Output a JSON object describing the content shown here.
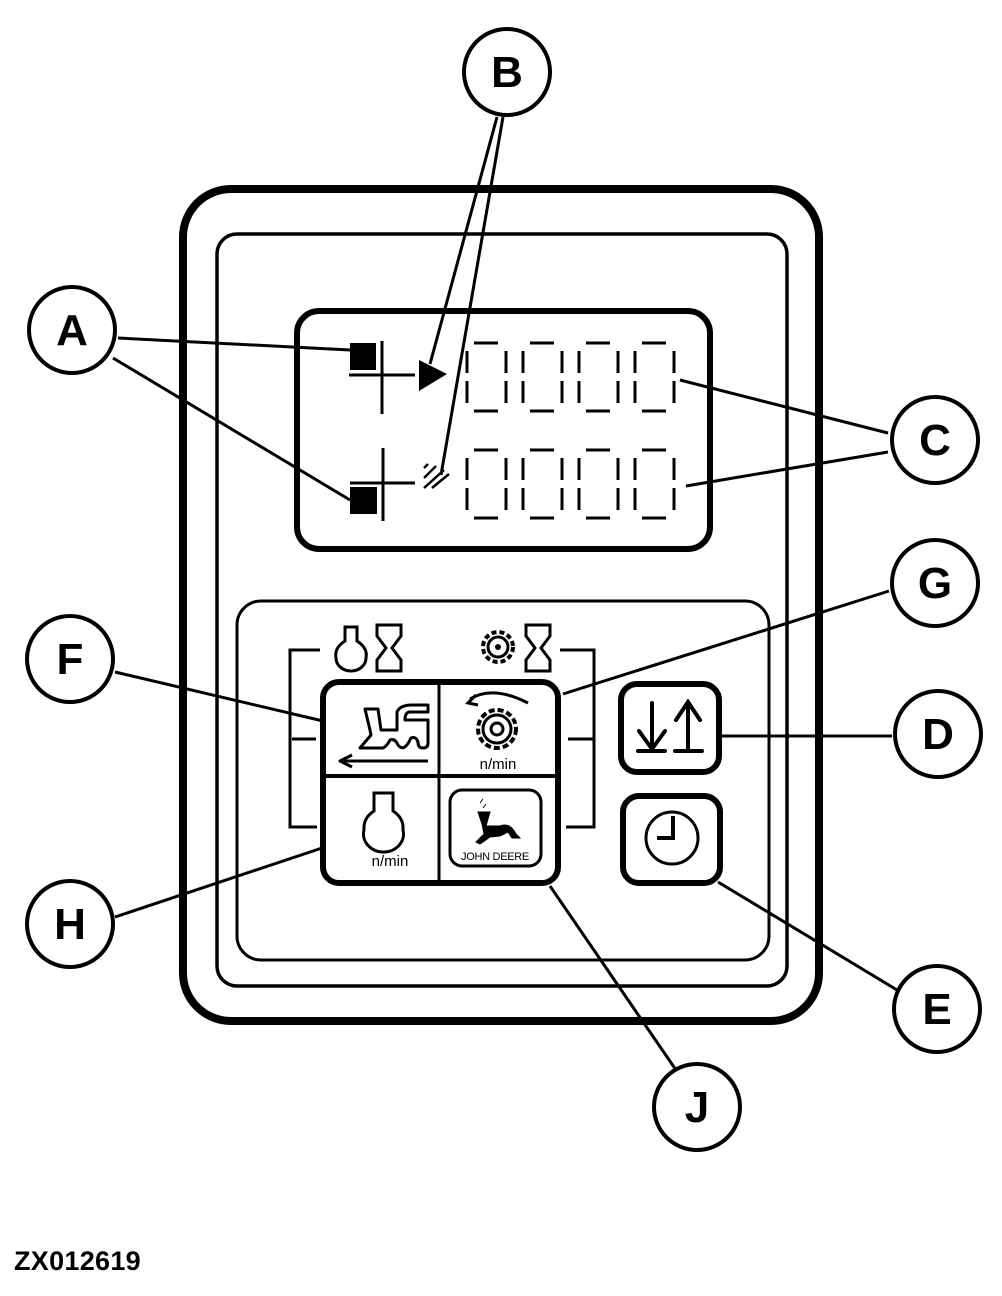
{
  "figure": {
    "id_label": "ZX012619",
    "colors": {
      "ink": "#000000",
      "background": "#ffffff"
    }
  },
  "display": {
    "row_count": 2,
    "digits_per_row": 4,
    "row1_indicator": "arrow-filled",
    "row2_indicator": "arrow-hatched"
  },
  "keypad": {
    "top_left": {
      "icon": "harvester-forward-icon",
      "label": ""
    },
    "top_right": {
      "icon": "cutterhead-rpm-icon",
      "label": "n/min"
    },
    "bottom_left": {
      "icon": "engine-rpm-icon",
      "label": "n/min"
    },
    "bottom_right": {
      "icon": "john-deere-logo",
      "label": "JOHN DEERE"
    },
    "group_left_symbols": [
      "engine-icon",
      "hourglass-icon"
    ],
    "group_right_symbols": [
      "cutterhead-icon",
      "hourglass-icon"
    ]
  },
  "side_buttons": [
    {
      "icon": "down-up-arrows-icon"
    },
    {
      "icon": "clock-icon"
    }
  ],
  "callouts": [
    {
      "letter": "A"
    },
    {
      "letter": "B"
    },
    {
      "letter": "C"
    },
    {
      "letter": "D"
    },
    {
      "letter": "E"
    },
    {
      "letter": "F"
    },
    {
      "letter": "G"
    },
    {
      "letter": "H"
    },
    {
      "letter": "J"
    }
  ]
}
